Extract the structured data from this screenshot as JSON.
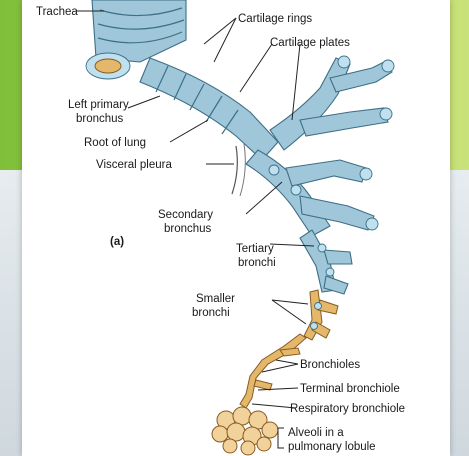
{
  "figure_letter": "(a)",
  "labels": {
    "trachea": "Trachea",
    "cartilage_rings": "Cartilage rings",
    "cartilage_plates": "Cartilage plates",
    "left_primary_bronchus_1": "Left primary",
    "left_primary_bronchus_2": "bronchus",
    "root_of_lung": "Root of lung",
    "visceral_pleura": "Visceral pleura",
    "secondary_bronchus_1": "Secondary",
    "secondary_bronchus_2": "bronchus",
    "tertiary_bronchi_1": "Tertiary",
    "tertiary_bronchi_2": "bronchi",
    "smaller_bronchi_1": "Smaller",
    "smaller_bronchi_2": "bronchi",
    "bronchioles": "Bronchioles",
    "terminal_bronchiole": "Terminal  bronchiole",
    "respiratory_bronchiole": "Respiratory bronchiole",
    "alveoli_1": "Alveoli in a",
    "alveoli_2": "pulmonary lobule"
  },
  "colors": {
    "cartilage": "#9fc6d9",
    "airway_tissue": "#e4b86a",
    "frame_green": "#a4d14c"
  }
}
